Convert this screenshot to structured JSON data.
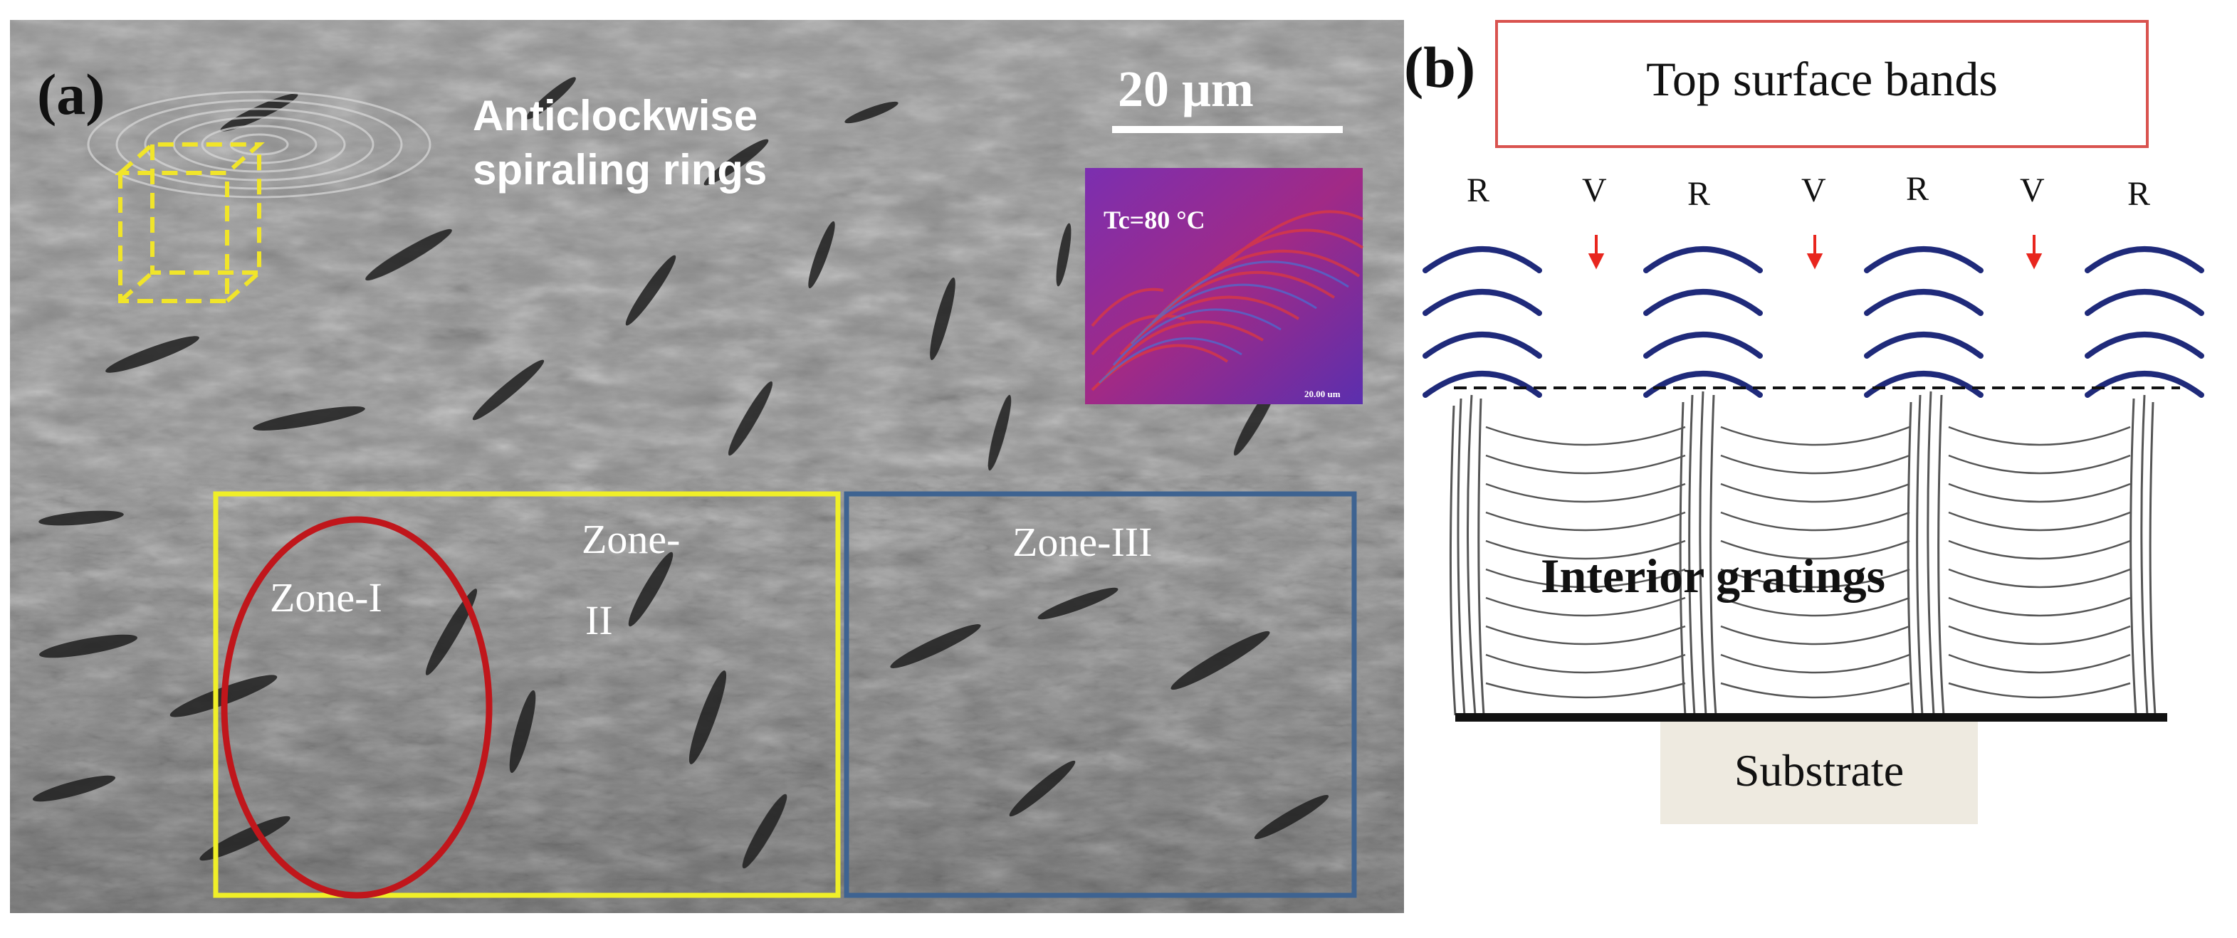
{
  "panel_a": {
    "label": "(a)",
    "scale_bar": "20 μm",
    "title_line1": "Anticlockwise",
    "title_line2": "spiraling rings",
    "inset_temp": "Tc=80 °C",
    "inset_scale": "20.00 um",
    "zone1": "Zone-I",
    "zone2_line1": "Zone-",
    "zone2_line2": "II",
    "zone3": "Zone-III",
    "colors": {
      "zone1_ellipse": "#c0161b",
      "zone2_box": "#f0ef28",
      "zone3_box": "#3e6391",
      "cube": "#f1e52a"
    }
  },
  "panel_b": {
    "label": "(b)",
    "top_box": "Top surface bands",
    "bands": [
      "R",
      "V",
      "R",
      "V",
      "R",
      "V",
      "R"
    ],
    "interior": "Interior gratings",
    "substrate": "Substrate",
    "colors": {
      "top_box_border": "#d9534f",
      "arc": "#1f2a7a",
      "arrow": "#e8261e",
      "substrate_bg": "#eeeae0"
    }
  }
}
